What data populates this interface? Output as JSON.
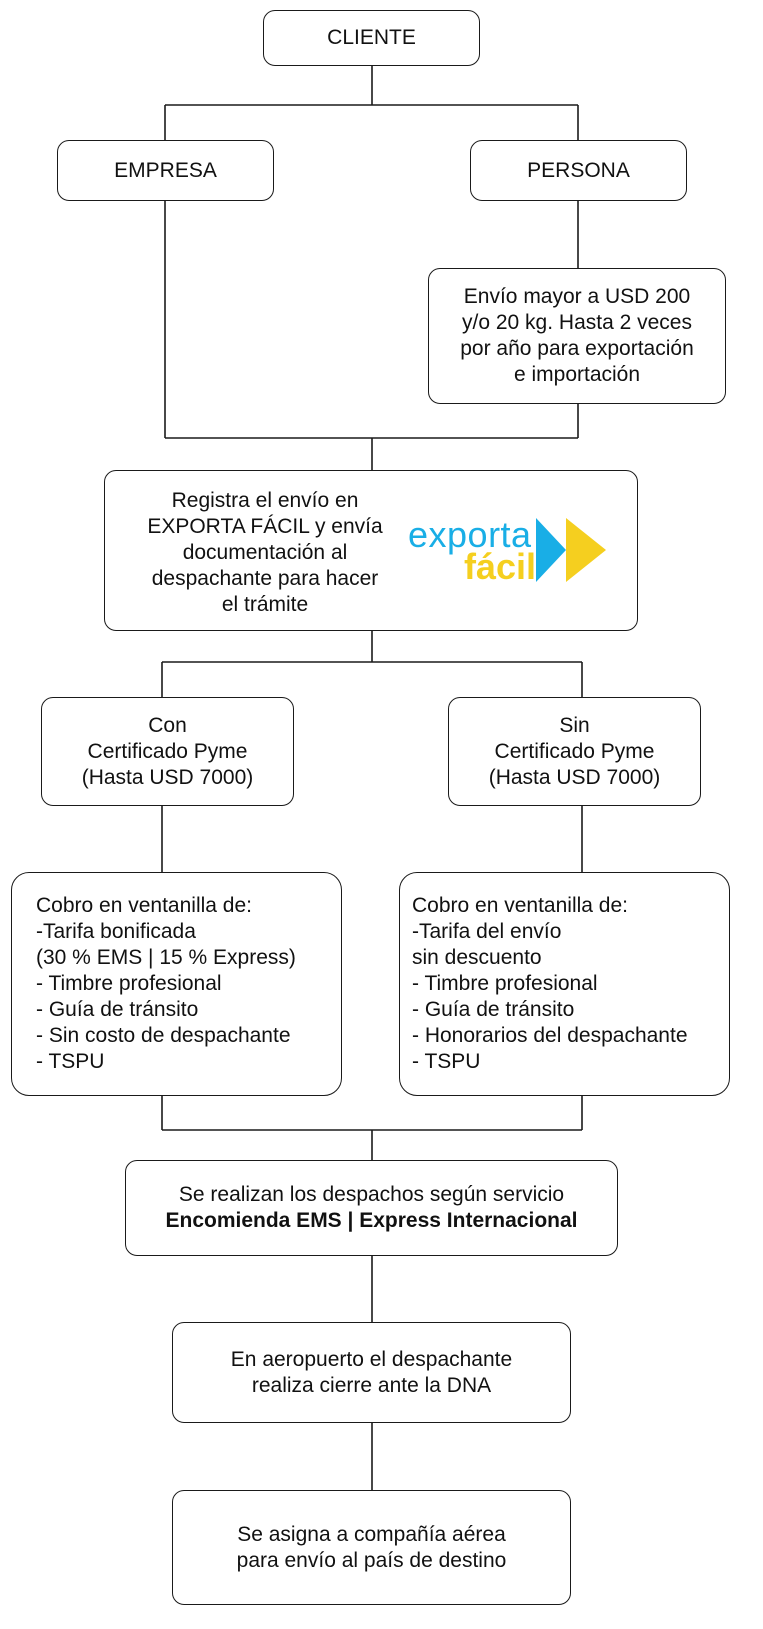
{
  "cliente": "CLIENTE",
  "empresa": "EMPRESA",
  "persona": "PERSONA",
  "persona_nota": [
    "Envío mayor a USD 200",
    "y/o 20 kg. Hasta 2 veces",
    "por año para exportación",
    "e importación"
  ],
  "registro": [
    "Registra el envío en",
    "EXPORTA FÁCIL y envía",
    "documentación al",
    "despachante para hacer",
    "el trámite"
  ],
  "logo": {
    "line1": "exporta",
    "line2": "fácil",
    "blue": "#19aee6",
    "yellow": "#f5cf1f"
  },
  "con_certificado": [
    "Con",
    "Certificado Pyme",
    "(Hasta USD 7000)"
  ],
  "sin_certificado": [
    "Sin",
    "Certificado Pyme",
    "(Hasta USD 7000)"
  ],
  "cobro_con": [
    "Cobro en ventanilla de:",
    "-Tarifa bonificada",
    "(30 % EMS | 15 % Express)",
    "- Timbre profesional",
    "- Guía de tránsito",
    "- Sin costo de despachante",
    "- TSPU"
  ],
  "cobro_sin": [
    "Cobro en ventanilla de:",
    "-Tarifa del envío",
    "sin descuento",
    "- Timbre profesional",
    "- Guía de tránsito",
    "- Honorarios del despachante",
    "- TSPU"
  ],
  "despachos": {
    "line1": "Se realizan los despachos según servicio",
    "line2": "Encomienda EMS | Express Internacional"
  },
  "aeropuerto": [
    "En aeropuerto el despachante",
    "realiza cierre ante la DNA"
  ],
  "aerea": [
    "Se asigna a compañía aérea",
    "para envío al país de destino"
  ]
}
